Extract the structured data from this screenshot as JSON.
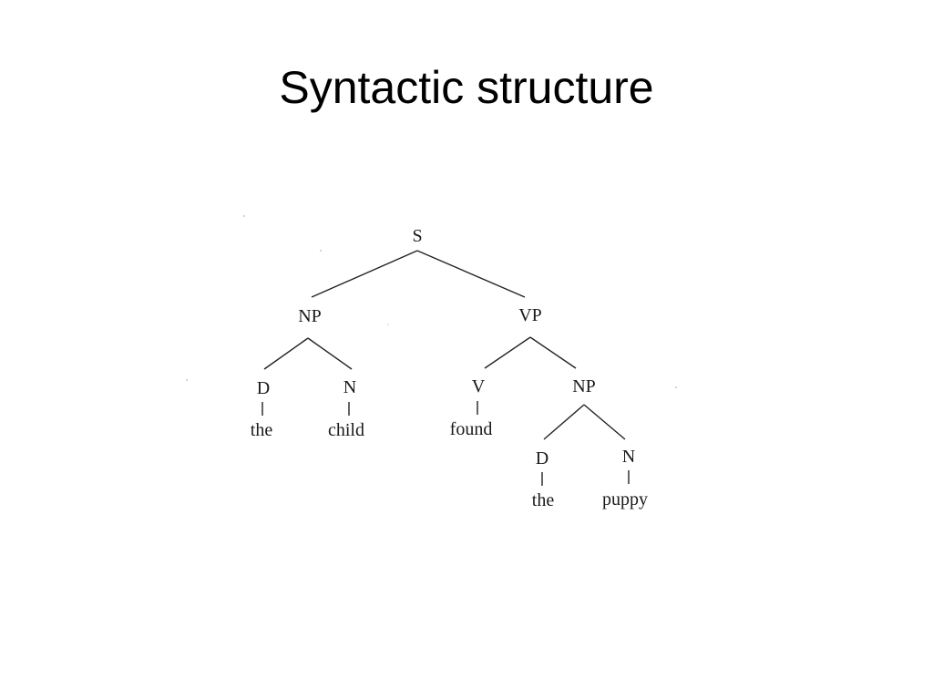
{
  "slide": {
    "title": "Syntactic structure"
  },
  "tree": {
    "nodes": {
      "s": "S",
      "np_subject": "NP",
      "vp": "VP",
      "d_subject": "D",
      "n_subject": "N",
      "v": "V",
      "np_object": "NP",
      "d_object": "D",
      "n_object": "N"
    },
    "words": {
      "the_1": "the",
      "child": "child",
      "found": "found",
      "the_2": "the",
      "puppy": "puppy"
    }
  }
}
